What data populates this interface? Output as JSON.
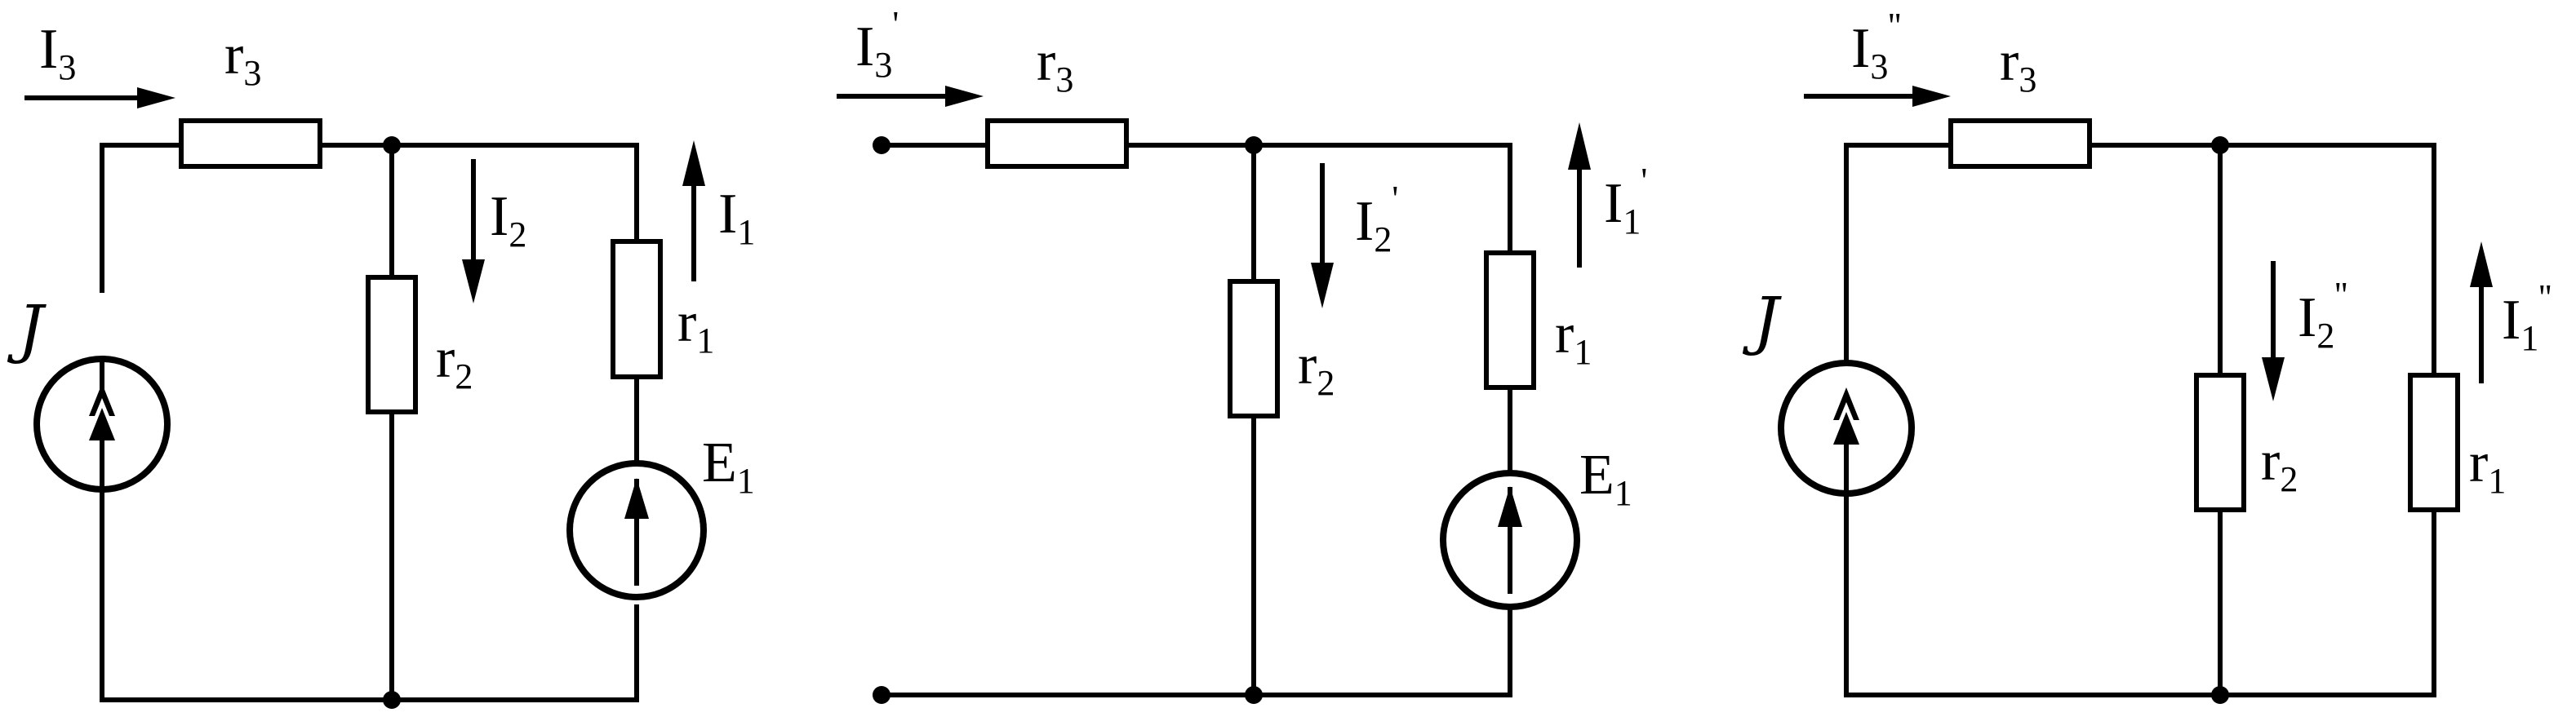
{
  "circuits": [
    {
      "id": "full",
      "current_i3": "I",
      "current_i3_sub": "3",
      "current_i3_sup": "",
      "r3": "r",
      "r3_sub": "3",
      "current_i2": "I",
      "current_i2_sub": "2",
      "current_i2_sup": "",
      "r2": "r",
      "r2_sub": "2",
      "current_i1": "I",
      "current_i1_sub": "1",
      "current_i1_sup": "",
      "r1": "r",
      "r1_sub": "1",
      "emf": "E",
      "emf_sub": "1",
      "current_source": "J"
    },
    {
      "id": "partial-emf",
      "current_i3": "I",
      "current_i3_sub": "3",
      "current_i3_sup": "'",
      "r3": "r",
      "r3_sub": "3",
      "current_i2": "I",
      "current_i2_sub": "2",
      "current_i2_sup": "'",
      "r2": "r",
      "r2_sub": "2",
      "current_i1": "I",
      "current_i1_sub": "1",
      "current_i1_sup": "'",
      "r1": "r",
      "r1_sub": "1",
      "emf": "E",
      "emf_sub": "1"
    },
    {
      "id": "partial-current-source",
      "current_i3": "I",
      "current_i3_sub": "3",
      "current_i3_sup": "''",
      "r3": "r",
      "r3_sub": "3",
      "current_i2": "I",
      "current_i2_sub": "2",
      "current_i2_sup": "''",
      "r2": "r",
      "r2_sub": "2",
      "current_i1": "I",
      "current_i1_sub": "1",
      "current_i1_sup": "''",
      "r1": "r",
      "r1_sub": "1",
      "current_source": "J"
    }
  ]
}
